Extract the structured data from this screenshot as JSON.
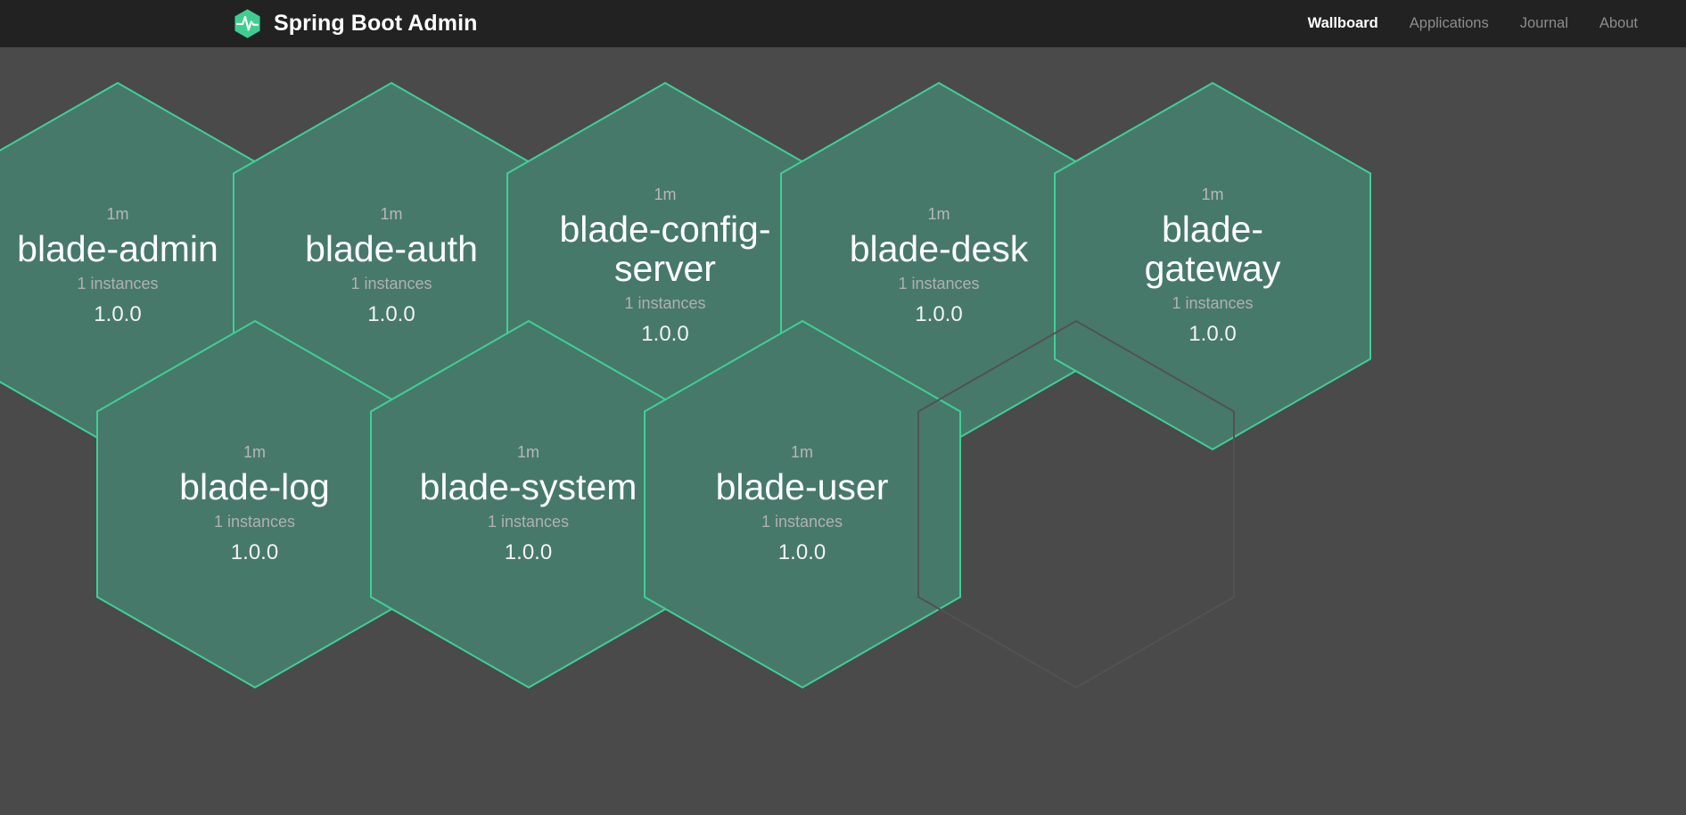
{
  "app": {
    "title": "Spring Boot Admin",
    "logo_icon": "heartbeat-hexagon-logo",
    "brand_color": "#3ecf8e",
    "background_color": "#4a4a4a",
    "header_color": "#222222"
  },
  "nav": {
    "items": [
      {
        "label": "Wallboard",
        "active": true
      },
      {
        "label": "Applications",
        "active": false
      },
      {
        "label": "Journal",
        "active": false
      },
      {
        "label": "About",
        "active": false
      }
    ]
  },
  "wallboard": {
    "hex_fill_color": "#47796a",
    "hex_border_color": "#3fcf96",
    "empty_hex_border_color": "#525252",
    "applications": [
      {
        "age": "1m",
        "name": "blade-admin",
        "instances": "1 instances",
        "version": "1.0.0",
        "row": 0,
        "col": 0
      },
      {
        "age": "1m",
        "name": "blade-auth",
        "instances": "1 instances",
        "version": "1.0.0",
        "row": 0,
        "col": 1
      },
      {
        "age": "1m",
        "name": "blade-config-server",
        "instances": "1 instances",
        "version": "1.0.0",
        "row": 0,
        "col": 2
      },
      {
        "age": "1m",
        "name": "blade-desk",
        "instances": "1 instances",
        "version": "1.0.0",
        "row": 0,
        "col": 3
      },
      {
        "age": "1m",
        "name": "blade-gateway",
        "instances": "1 instances",
        "version": "1.0.0",
        "row": 0,
        "col": 4
      },
      {
        "age": "1m",
        "name": "blade-log",
        "instances": "1 instances",
        "version": "1.0.0",
        "row": 1,
        "col": 0
      },
      {
        "age": "1m",
        "name": "blade-system",
        "instances": "1 instances",
        "version": "1.0.0",
        "row": 1,
        "col": 1
      },
      {
        "age": "1m",
        "name": "blade-user",
        "instances": "1 instances",
        "version": "1.0.0",
        "row": 1,
        "col": 2
      }
    ],
    "placeholder_count": 1
  }
}
